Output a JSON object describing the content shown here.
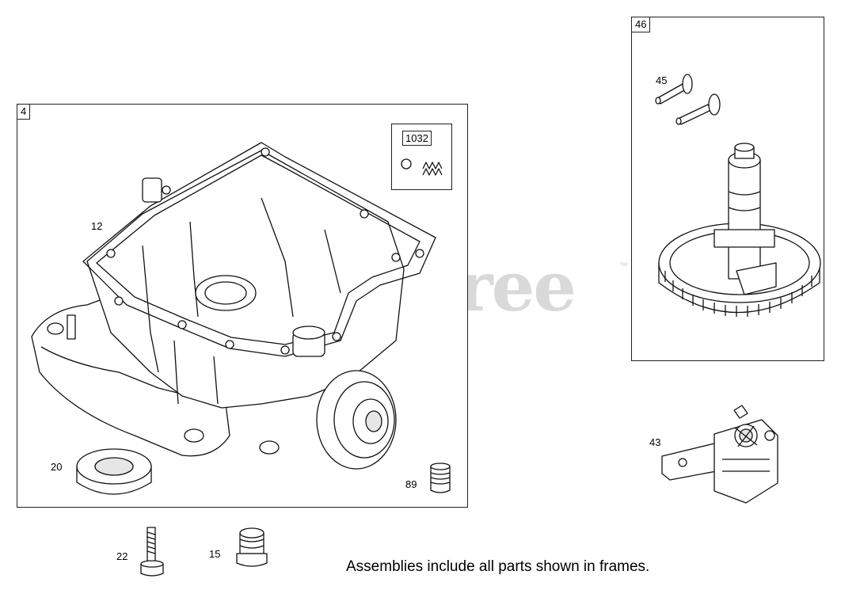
{
  "watermark": {
    "text": "PartsTree",
    "tm": "™"
  },
  "frames": {
    "sump_assembly": {
      "tag": "4"
    },
    "camshaft_assembly": {
      "tag": "46"
    }
  },
  "callouts": {
    "sump_gasket": "12",
    "oil_seal": "20",
    "plug_small": "89",
    "kit_label": "1032",
    "screw": "22",
    "drain_plug": "15",
    "valve_tappet": "45",
    "governor": "43"
  },
  "footer_note": "Assemblies include all parts shown in frames."
}
